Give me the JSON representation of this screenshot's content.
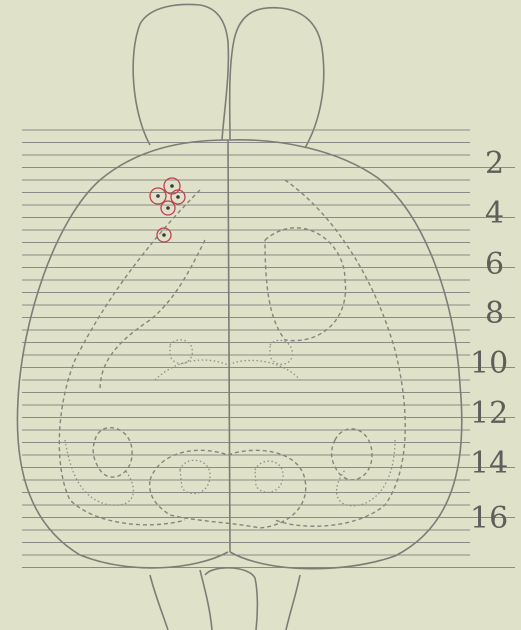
{
  "diagram": {
    "section_labels": [
      "2",
      "4",
      "6",
      "8",
      "10",
      "12",
      "14",
      "16"
    ],
    "colors": {
      "background": "#dfe1c8",
      "outline": "#7d7d78",
      "lesion_markers": "#c0404f"
    },
    "lesion_marker_count": 5
  }
}
